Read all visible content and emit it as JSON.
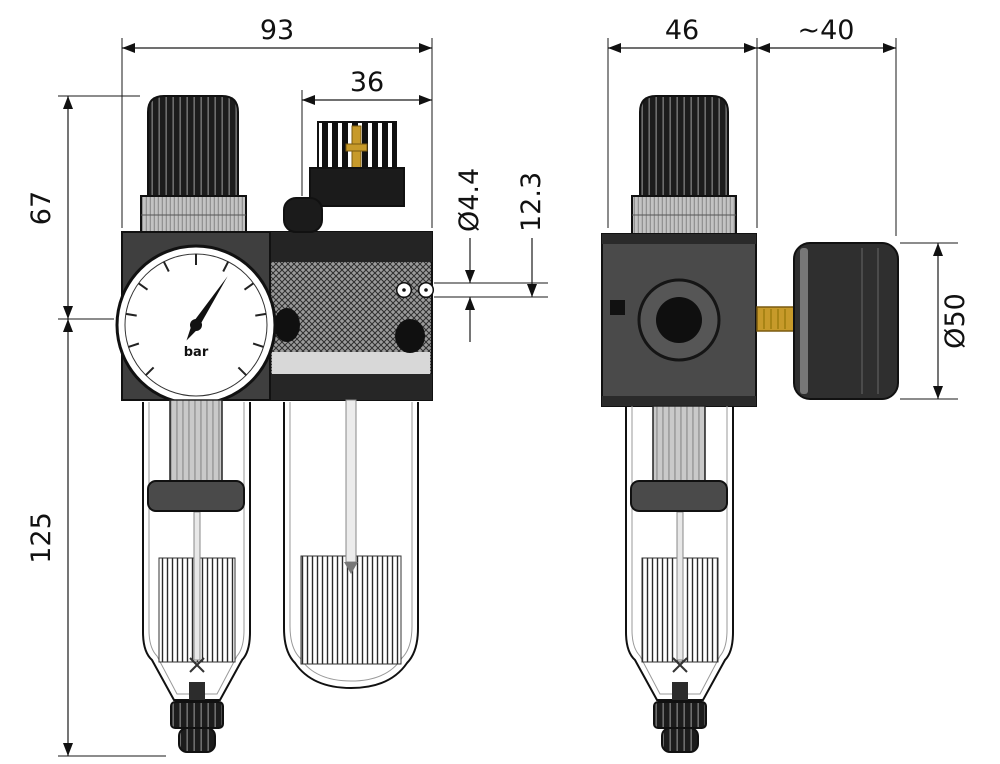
{
  "drawing": {
    "dimensions": {
      "left_overall_width": "93",
      "lubricator_cap_width": "36",
      "regulator_height": "67",
      "bowl_height": "125",
      "hole_diameter": "Ø4.4",
      "hole_offset": "12.3",
      "right_body_width": "46",
      "gauge_depth": "~40",
      "gauge_diameter": "Ø50"
    },
    "gauge": {
      "unit_label": "bar"
    }
  }
}
